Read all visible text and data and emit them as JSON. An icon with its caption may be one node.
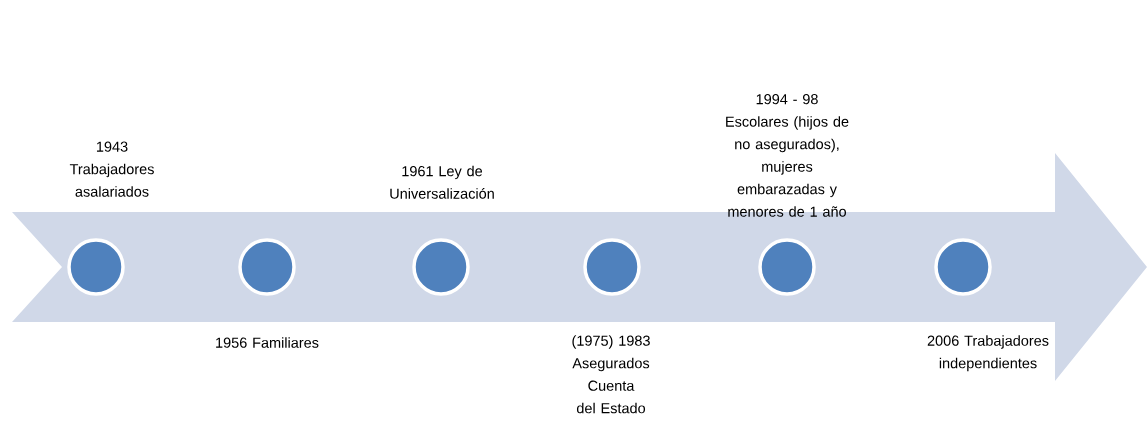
{
  "diagram": {
    "nodes": [
      {
        "text": [],
        "shape": "circle",
        "beside": [
          "1943 Trabajadores asalariados"
        ]
      },
      {
        "text": [],
        "shape": "circle",
        "beside": [
          "1956 Familiares"
        ]
      },
      {
        "text": [],
        "shape": "circle",
        "beside": [
          "1961 Ley de Universalización"
        ]
      },
      {
        "text": [],
        "shape": "circle",
        "beside": [
          "(1975) 1983 Asegurados Cuenta del Estado"
        ]
      },
      {
        "text": [],
        "shape": "circle",
        "beside": [
          "1994 - 98 Escolares (hijos de no asegurados), mujeres embarazadas y menores de 1 año"
        ]
      },
      {
        "text": [],
        "shape": "circle",
        "beside": [
          "2006 Trabajadores independientes"
        ]
      }
    ]
  }
}
